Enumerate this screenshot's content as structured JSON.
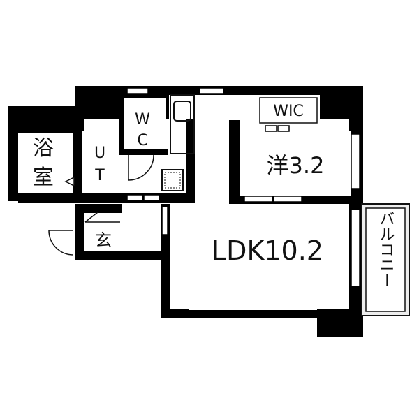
{
  "rooms": {
    "bath": {
      "line1": "浴",
      "line2": "室"
    },
    "ut": {
      "line1": "U",
      "line2": "T"
    },
    "wc": {
      "line1": "W",
      "line2": "C"
    },
    "wic": "WIC",
    "western": "洋3.2",
    "ldk": "LDK10.2",
    "entrance": "玄",
    "balcony": "バルコニー"
  },
  "colors": {
    "wall": "#000000",
    "floor": "#ffffff",
    "balcony_floor": "#ededed",
    "line": "#111111"
  }
}
